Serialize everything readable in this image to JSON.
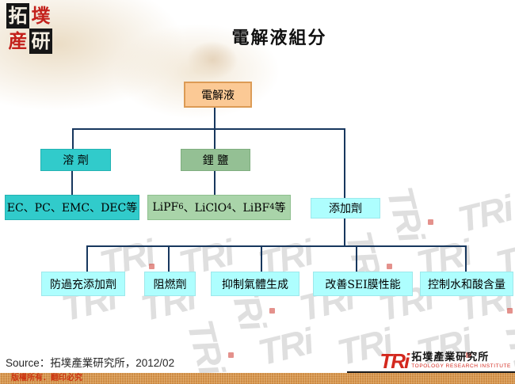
{
  "slide": {
    "title": "電解液組分",
    "source_note": "Source：拓墣產業研究所，2012/02",
    "copyright": "版權所有．翻印必究",
    "seal": {
      "c1": "拓",
      "c2": "墣",
      "c3": "産",
      "c4": "研"
    },
    "tri_logo": {
      "abbr": "TRi",
      "cjk": "拓墣產業研究所",
      "en": "TOPOLOGY RESEARCH INSTITUTE"
    },
    "watermark_glyph": "TRi"
  },
  "chart_data": {
    "type": "tree",
    "title": "電解液組分",
    "root": "電解液",
    "branches": [
      {
        "label": "溶 劑",
        "children": [
          "EC、PC、EMC、DEC等"
        ]
      },
      {
        "label": "鋰 鹽",
        "children": [
          "LiPF6、LiClO4、LiBF4等"
        ]
      },
      {
        "label": "添加劑",
        "children": [
          "防過充添加劑",
          "阻燃劑",
          "抑制氣體生成",
          "改善SEI膜性能",
          "控制水和酸含量"
        ]
      }
    ]
  },
  "salt_display": {
    "p1": "LiPF",
    "s1": "6",
    "p2": "、LiClO",
    "s2": "4",
    "p3": "、LiBF",
    "s3": "4",
    "p4": "等"
  },
  "colors": {
    "connector": "#17375E",
    "root_fill": "#FBC995",
    "root_border": "#DC9B55",
    "solvent_fill": "#31CBCB",
    "salt_fill": "#94C094",
    "salt_detail_fill": "#A9D4A9",
    "additive_fill": "#AEFEFE",
    "footer_bar": "#D6964E",
    "brand_red": "#C3201B"
  }
}
